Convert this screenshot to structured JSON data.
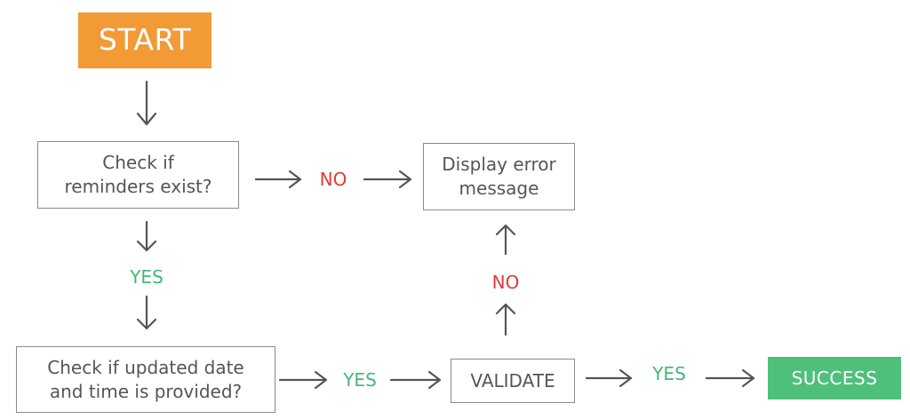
{
  "colors": {
    "start_fill": "#f29a35",
    "success_fill": "#4fbf7c",
    "no_label": "#e53935",
    "yes_label": "#43b77a",
    "box_border": "#8a8a8a",
    "arrow": "#555555"
  },
  "nodes": {
    "start": "START",
    "check_reminders": "Check if\nreminders exist?",
    "display_error": "Display error\nmessage",
    "check_updated": "Check if updated date\nand time is provided?",
    "validate": "VALIDATE",
    "success": "SUCCESS"
  },
  "labels": {
    "no_reminders": "NO",
    "yes_reminders": "YES",
    "no_validate": "NO",
    "yes_provided": "YES",
    "yes_valid": "YES"
  }
}
